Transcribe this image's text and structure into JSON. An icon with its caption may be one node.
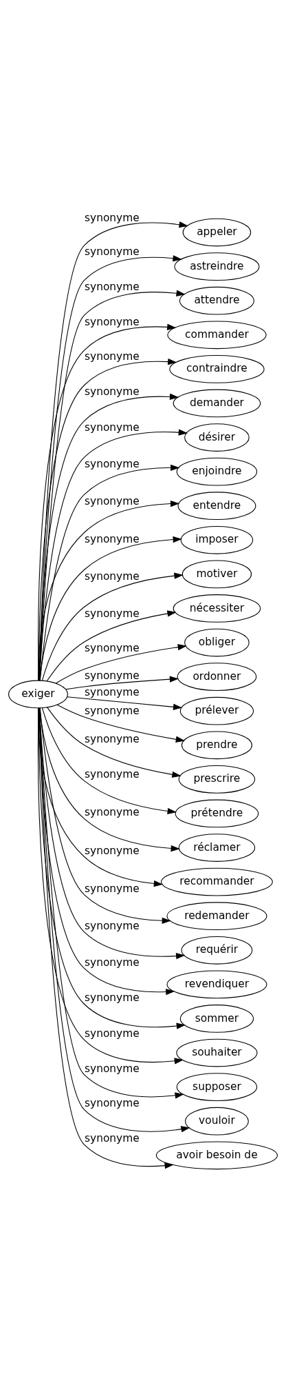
{
  "diagram": {
    "nodes": [
      {
        "text": [
          "exiger"
        ]
      },
      {
        "text": [
          "appeler"
        ]
      },
      {
        "text": [
          "astreindre"
        ]
      },
      {
        "text": [
          "attendre"
        ]
      },
      {
        "text": [
          "commander"
        ]
      },
      {
        "text": [
          "contraindre"
        ]
      },
      {
        "text": [
          "demander"
        ]
      },
      {
        "text": [
          "désirer"
        ]
      },
      {
        "text": [
          "enjoindre"
        ]
      },
      {
        "text": [
          "entendre"
        ]
      },
      {
        "text": [
          "imposer"
        ]
      },
      {
        "text": [
          "motiver"
        ]
      },
      {
        "text": [
          "nécessiter"
        ]
      },
      {
        "text": [
          "obliger"
        ]
      },
      {
        "text": [
          "ordonner"
        ]
      },
      {
        "text": [
          "prélever"
        ]
      },
      {
        "text": [
          "prendre"
        ]
      },
      {
        "text": [
          "prescrire"
        ]
      },
      {
        "text": [
          "prétendre"
        ]
      },
      {
        "text": [
          "réclamer"
        ]
      },
      {
        "text": [
          "recommander"
        ]
      },
      {
        "text": [
          "redemander"
        ]
      },
      {
        "text": [
          "requérir"
        ]
      },
      {
        "text": [
          "revendiquer"
        ]
      },
      {
        "text": [
          "sommer"
        ]
      },
      {
        "text": [
          "souhaiter"
        ]
      },
      {
        "text": [
          "supposer"
        ]
      },
      {
        "text": [
          "vouloir"
        ]
      },
      {
        "text": [
          "avoir besoin de"
        ]
      }
    ],
    "edges": [
      {
        "from": 0,
        "to": 1,
        "arrow": "to",
        "label": "synonyme"
      },
      {
        "from": 0,
        "to": 2,
        "arrow": "to",
        "label": "synonyme"
      },
      {
        "from": 0,
        "to": 3,
        "arrow": "to",
        "label": "synonyme"
      },
      {
        "from": 0,
        "to": 4,
        "arrow": "to",
        "label": "synonyme"
      },
      {
        "from": 0,
        "to": 5,
        "arrow": "to",
        "label": "synonyme"
      },
      {
        "from": 0,
        "to": 6,
        "arrow": "to",
        "label": "synonyme"
      },
      {
        "from": 0,
        "to": 7,
        "arrow": "to",
        "label": "synonyme"
      },
      {
        "from": 0,
        "to": 8,
        "arrow": "to",
        "label": "synonyme"
      },
      {
        "from": 0,
        "to": 9,
        "arrow": "to",
        "label": "synonyme"
      },
      {
        "from": 0,
        "to": 10,
        "arrow": "to",
        "label": "synonyme"
      },
      {
        "from": 0,
        "to": 11,
        "arrow": "to",
        "label": "synonyme"
      },
      {
        "from": 0,
        "to": 12,
        "arrow": "to",
        "label": "synonyme"
      },
      {
        "from": 0,
        "to": 13,
        "arrow": "to",
        "label": "synonyme"
      },
      {
        "from": 0,
        "to": 14,
        "arrow": "to",
        "label": "synonyme"
      },
      {
        "from": 0,
        "to": 15,
        "arrow": "to",
        "label": "synonyme"
      },
      {
        "from": 0,
        "to": 16,
        "arrow": "to",
        "label": "synonyme"
      },
      {
        "from": 0,
        "to": 17,
        "arrow": "to",
        "label": "synonyme"
      },
      {
        "from": 0,
        "to": 18,
        "arrow": "to",
        "label": "synonyme"
      },
      {
        "from": 0,
        "to": 19,
        "arrow": "to",
        "label": "synonyme"
      },
      {
        "from": 0,
        "to": 20,
        "arrow": "to",
        "label": "synonyme"
      },
      {
        "from": 0,
        "to": 21,
        "arrow": "to",
        "label": "synonyme"
      },
      {
        "from": 0,
        "to": 22,
        "arrow": "to",
        "label": "synonyme"
      },
      {
        "from": 0,
        "to": 23,
        "arrow": "to",
        "label": "synonyme"
      },
      {
        "from": 0,
        "to": 24,
        "arrow": "to",
        "label": "synonyme"
      },
      {
        "from": 0,
        "to": 25,
        "arrow": "to",
        "label": "synonyme"
      },
      {
        "from": 0,
        "to": 26,
        "arrow": "to",
        "label": "synonyme"
      },
      {
        "from": 0,
        "to": 27,
        "arrow": "to",
        "label": "synonyme"
      },
      {
        "from": 0,
        "to": 28,
        "arrow": "to",
        "label": "synonyme"
      }
    ]
  }
}
